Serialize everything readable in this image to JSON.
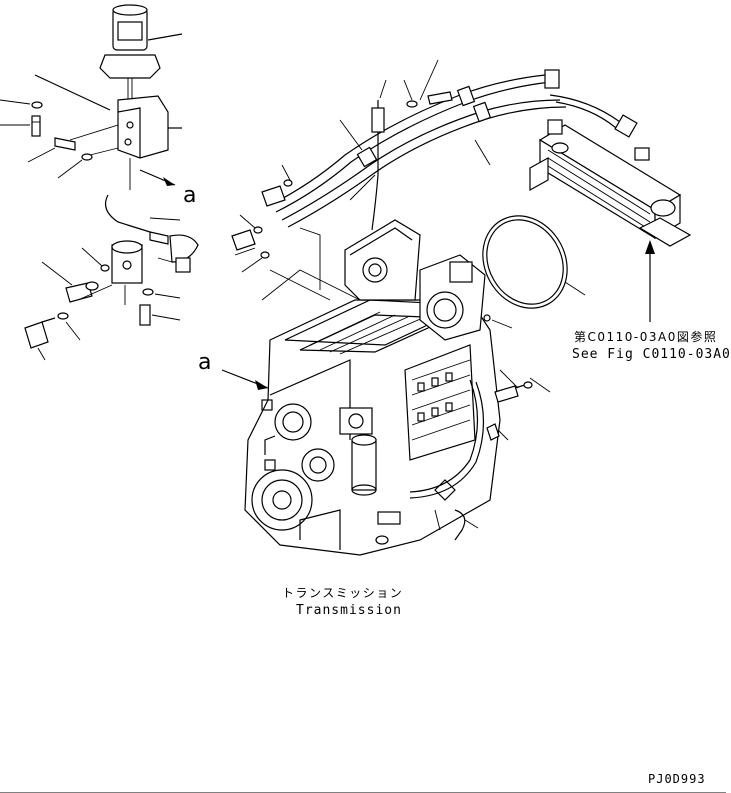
{
  "caption": {
    "jp": "トランスミッション",
    "en": "Transmission"
  },
  "reference": {
    "jp": "第C0110-03A0図参照",
    "en": "See Fig C0110-03A0"
  },
  "callouts": {
    "upper": "a",
    "lower": "a"
  },
  "drawing_code": "PJ0D993"
}
